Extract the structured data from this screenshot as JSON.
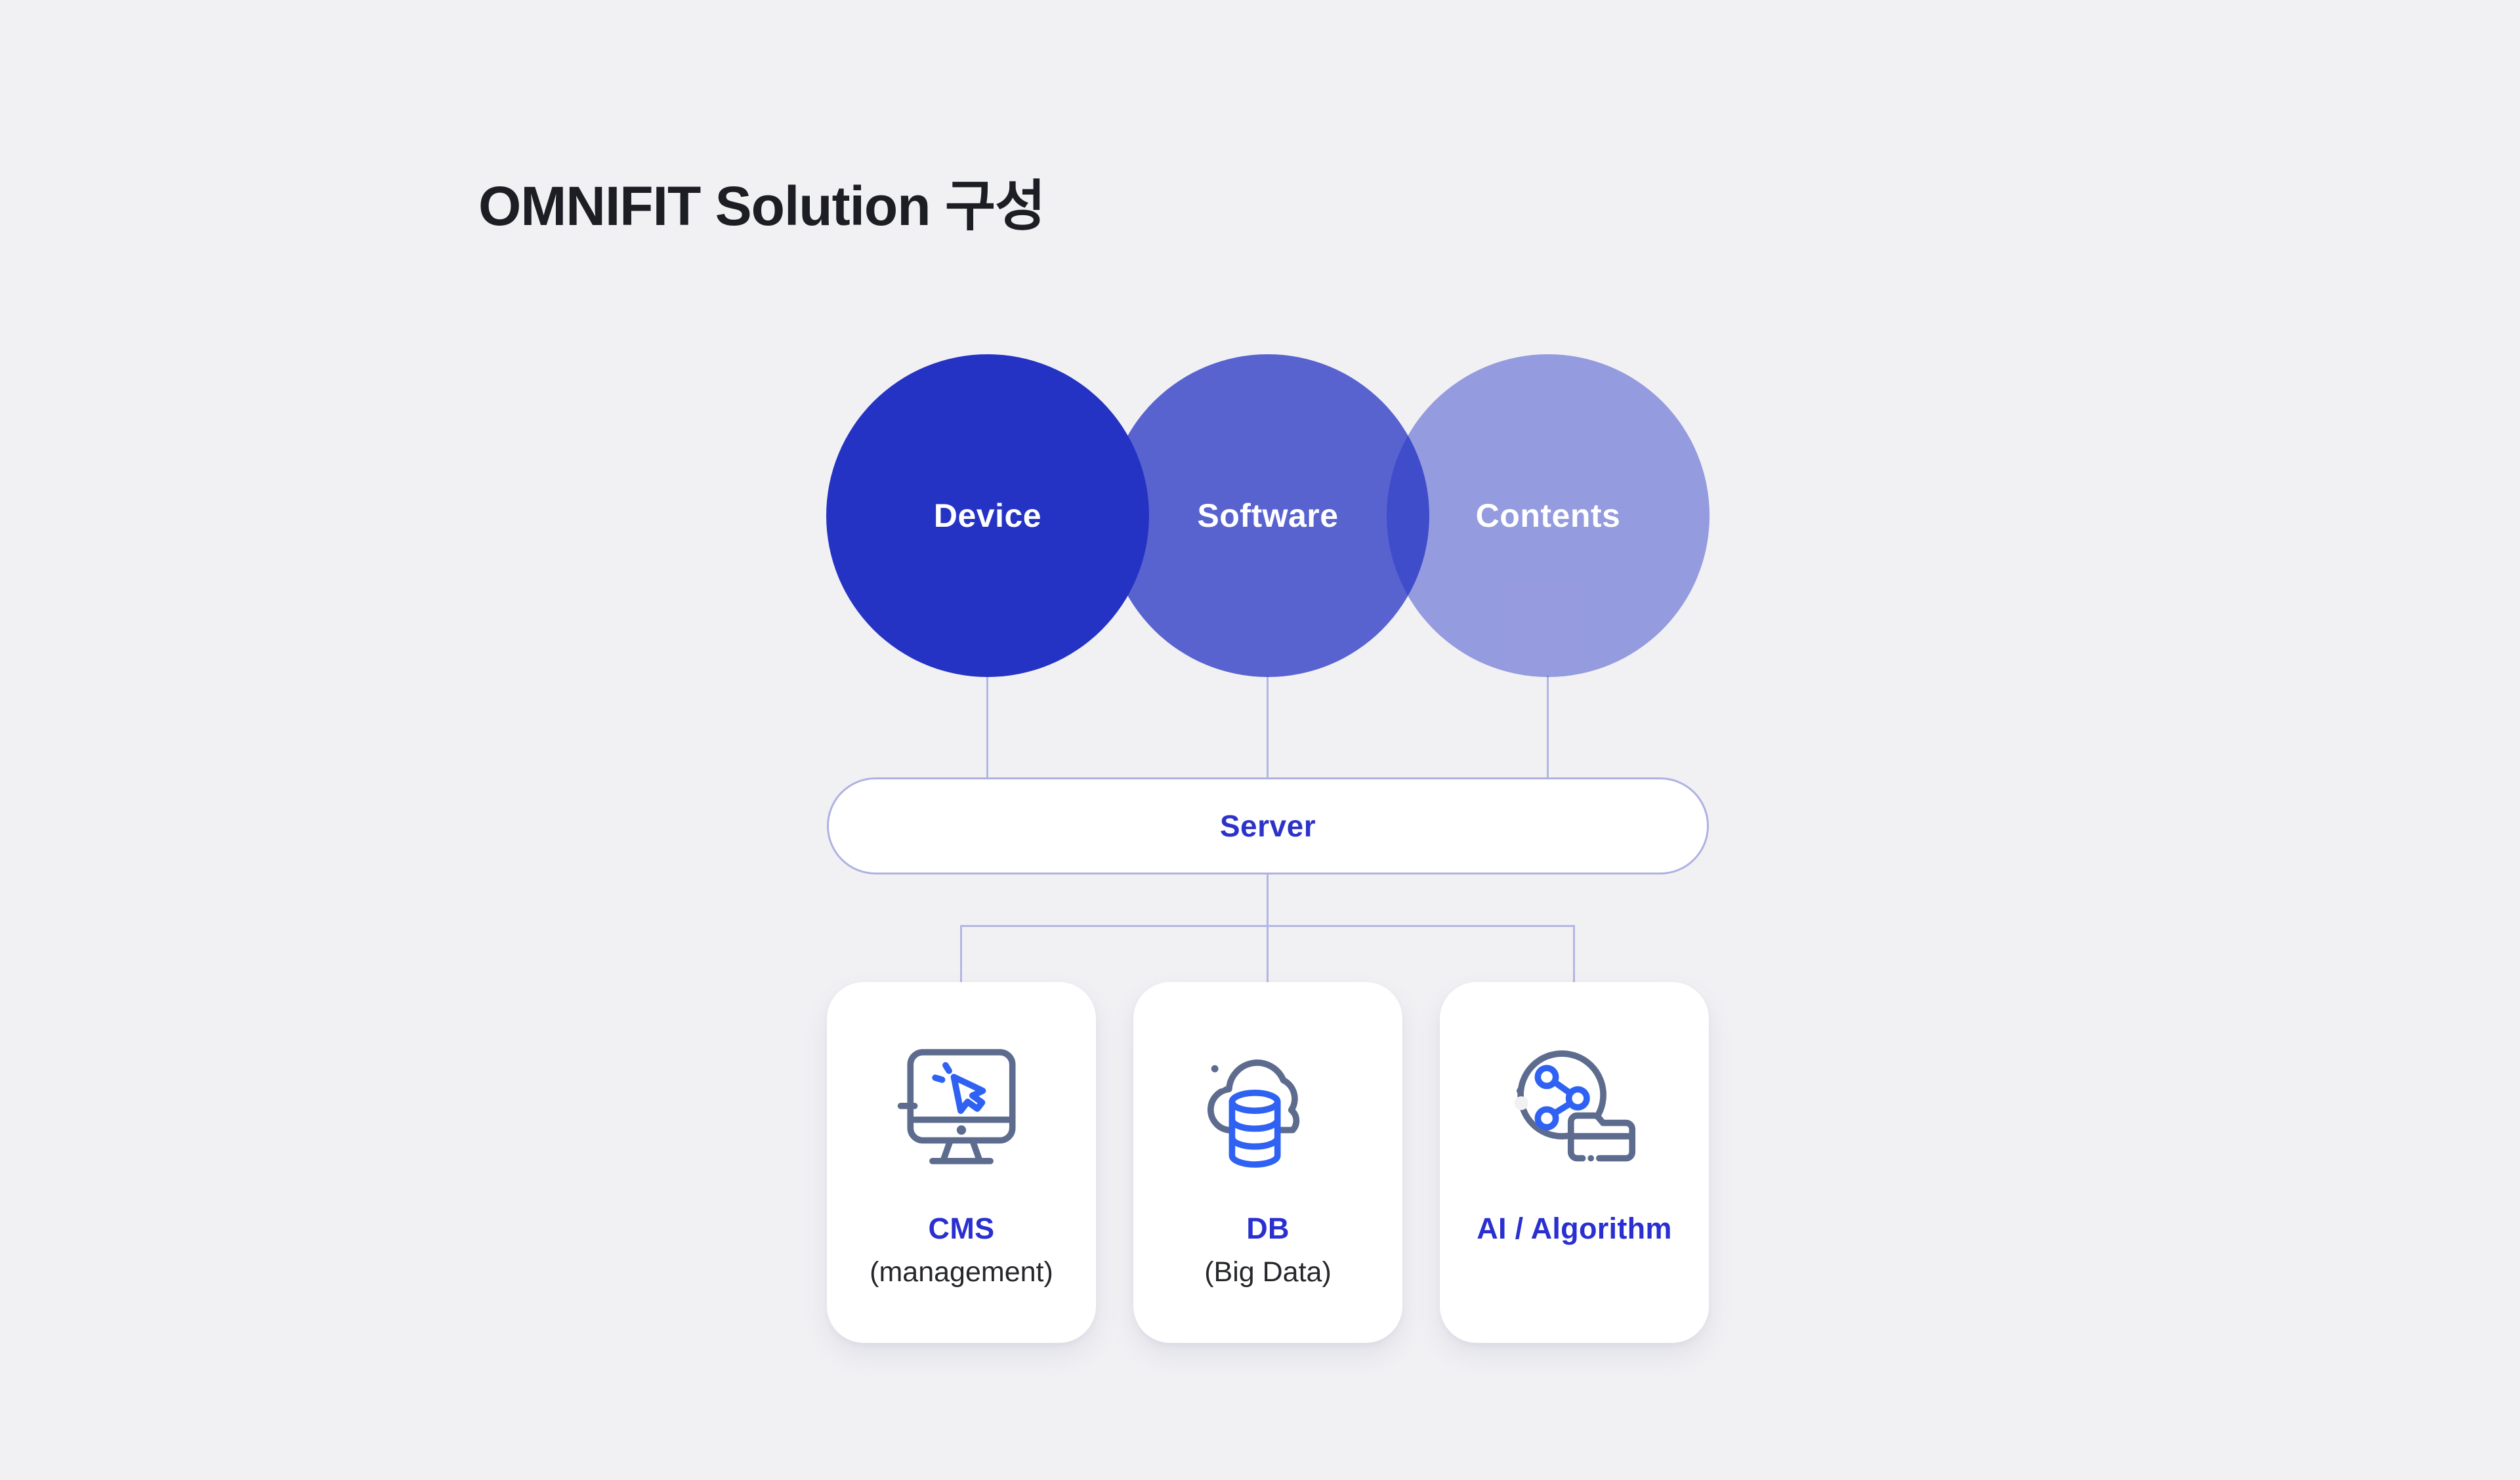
{
  "page": {
    "title": "OMNIFIT Solution 구성"
  },
  "venn": {
    "circles": [
      {
        "label": "Device"
      },
      {
        "label": "Software"
      },
      {
        "label": "Contents"
      }
    ]
  },
  "server": {
    "label": "Server"
  },
  "cards": [
    {
      "label": "CMS",
      "sublabel": "(management)",
      "icon": "monitor-click-icon"
    },
    {
      "label": "DB",
      "sublabel": "(Big Data)",
      "icon": "cloud-database-icon"
    },
    {
      "label": "AI / Algorithm",
      "sublabel": "",
      "icon": "network-share-folder-icon"
    }
  ],
  "colors": {
    "background": "#f1f1f4",
    "circle_base": "#2433c4",
    "circle_opacities": [
      1,
      0.75,
      0.45
    ],
    "server_text": "#2d33c8",
    "card_label": "#2a2fd0",
    "sub_label": "#26272c",
    "connector": "#b3b6e5",
    "icon_slate": "#5d6c8e",
    "icon_blue": "#2f62f3",
    "title_text": "#1d1e23"
  }
}
